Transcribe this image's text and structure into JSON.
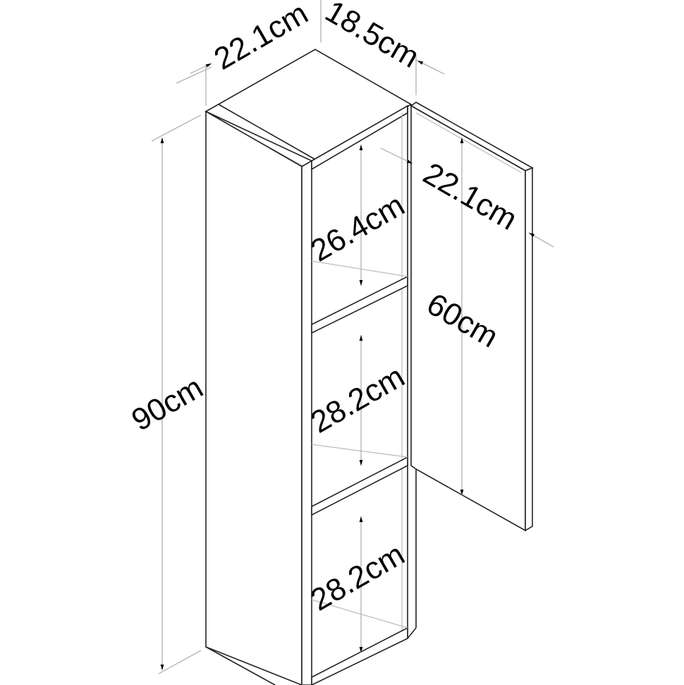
{
  "dimensions": {
    "total_height": "90cm",
    "width": "22.1cm",
    "depth": "18.5cm",
    "door_width": "22.1cm",
    "door_height": "60cm",
    "shelf_top": "26.4cm",
    "shelf_middle": "28.2cm",
    "shelf_bottom": "28.2cm"
  },
  "colors": {
    "line": "#222222",
    "dimension_line": "#aaaaaa",
    "background": "#ffffff"
  }
}
